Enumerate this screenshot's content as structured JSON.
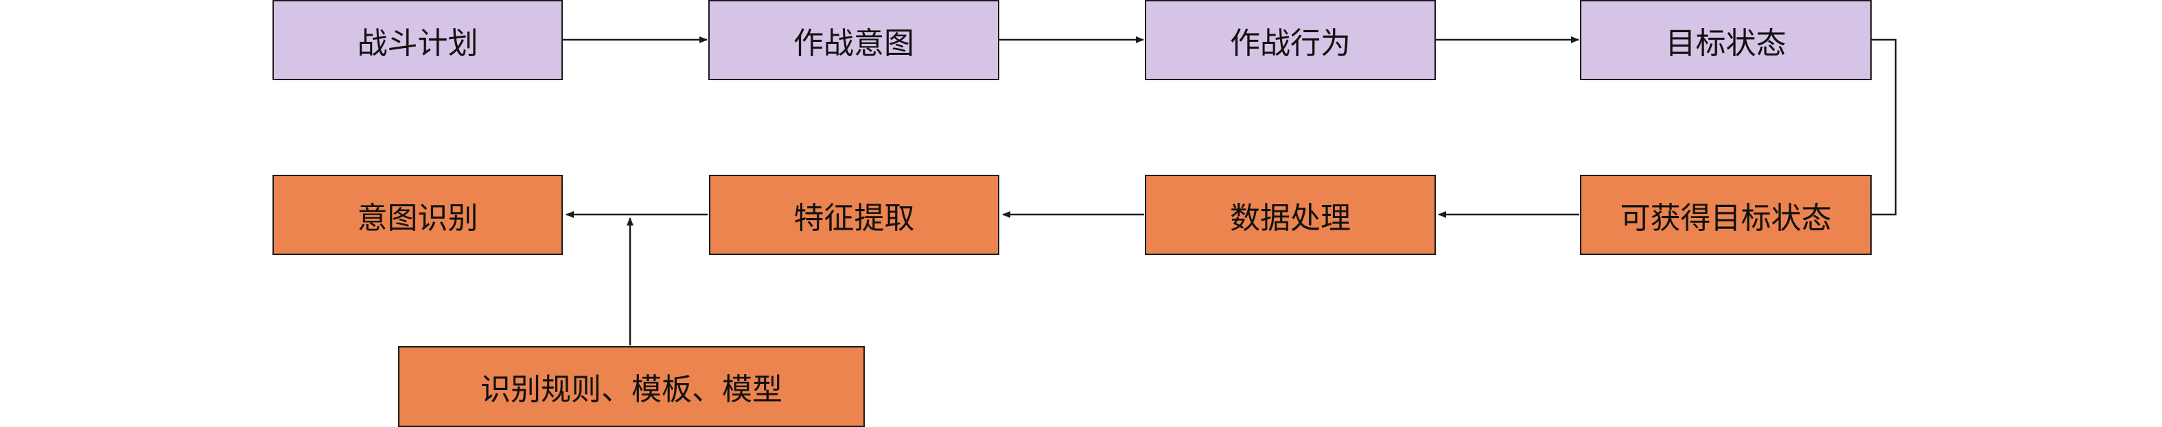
{
  "colors": {
    "intent_fill": "#d5c4e6",
    "recognition_fill": "#ec8450",
    "stroke": "#1a1a1a"
  },
  "top_row": {
    "plan": "战斗计划",
    "intent": "作战意图",
    "behavior": "作战行为",
    "target_state": "目标状态"
  },
  "bottom_row": {
    "observable_state": "可获得目标状态",
    "processing": "数据处理",
    "feature_extraction": "特征提取",
    "recognition": "意图识别"
  },
  "knowledge": "识别规则、模板、模型"
}
